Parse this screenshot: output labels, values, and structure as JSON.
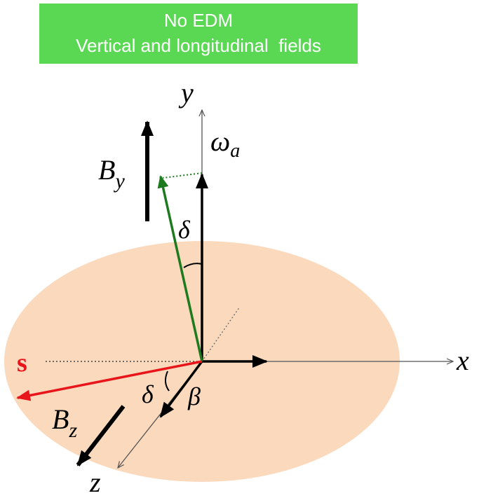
{
  "banner": {
    "line1": "No EDM",
    "line2": "Vertical and longitudinal  fields"
  },
  "labels": {
    "y_axis": "y",
    "x_axis": "x",
    "z_axis": "z",
    "omega": "ω",
    "omega_sub": "a",
    "By_main": "B",
    "By_sub": "y",
    "Bz_main": "B",
    "Bz_sub": "z",
    "delta_upper": "δ",
    "delta_lower": "δ",
    "beta": "β",
    "spin": "s"
  },
  "colors": {
    "banner": "#5ad854",
    "plane": "#fad9bd",
    "spin": "#e8151b",
    "tilted_vector": "#1e7a1e",
    "axes": "#555555",
    "vectors": "#000000"
  }
}
